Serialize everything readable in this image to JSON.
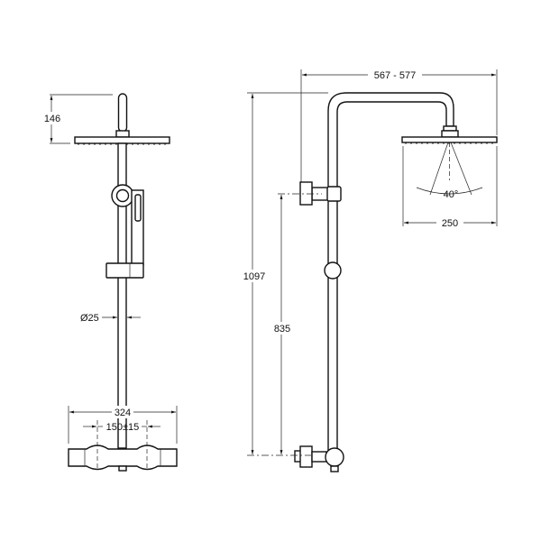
{
  "drawing": {
    "front_view": {
      "head_height": "146",
      "pipe_diameter": "Ø25",
      "mixer_width": "324",
      "inlet_spacing": "150±15"
    },
    "side_view": {
      "projection": "567 - 577",
      "total_height": "1097",
      "bracket_height": "835",
      "head_diameter": "250",
      "spray_angle": "40°"
    },
    "colors": {
      "line": "#111111",
      "background": "#ffffff"
    }
  }
}
